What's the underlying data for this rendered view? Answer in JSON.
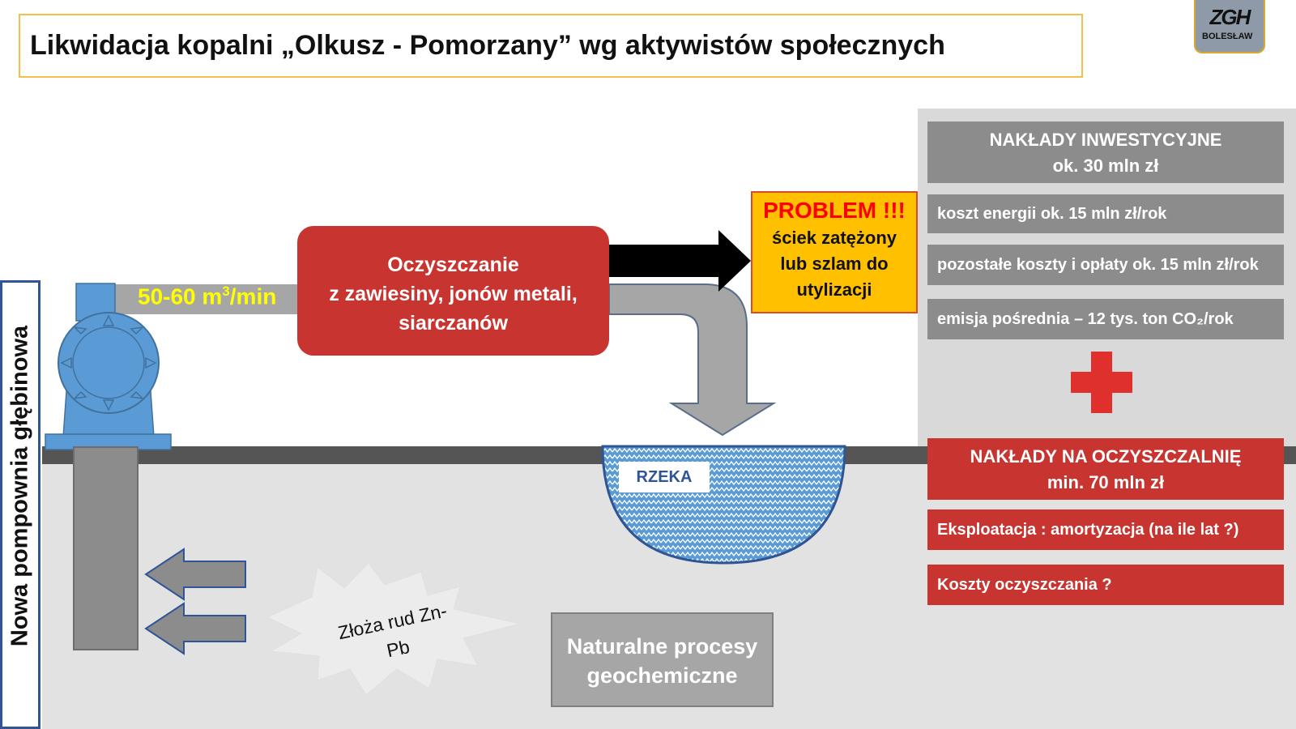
{
  "title": "Likwidacja kopalni „Olkusz - Pomorzany” wg aktywistów społecznych",
  "logo": {
    "main": "ZGH",
    "sub": "BOLESŁAW"
  },
  "side_label": "Nowa pompownia głębinowa",
  "flow_label": {
    "value": "50-60 m",
    "sup": "3",
    "unit": "/min"
  },
  "treatment": {
    "line1": "Oczyszczanie",
    "line2": "z zawiesiny, jonów metali,",
    "line3": "siarczanów"
  },
  "problem": {
    "heading": "PROBLEM !!!",
    "line1": "ściek zatężony",
    "line2": "lub szlam do",
    "line3": "utylizacji"
  },
  "river_label": "RZEKA",
  "deposit_label": {
    "line1": "Złoża rud Zn-",
    "line2": "Pb"
  },
  "natural_box": {
    "line1": "Naturalne procesy",
    "line2": "geochemiczne"
  },
  "panel": {
    "investment": {
      "line1": "NAKŁADY INWESTYCYJNE",
      "line2": "ok. 30 mln zł"
    },
    "energy": "koszt energii ok. 15 mln zł/rok",
    "other_costs": "pozostałe koszty i opłaty ok. 15 mln zł/rok",
    "emission": "emisja pośrednia – 12 tys. ton CO₂/rok",
    "plant": {
      "line1": "NAKŁADY NA OCZYSZCZALNIĘ",
      "line2": "min. 70 mln zł"
    },
    "operation": "Eksploatacja : amortyzacja (na ile lat ?)",
    "treatment_costs": "Koszty oczyszczania ?"
  },
  "colors": {
    "red": "#c8342f",
    "grey": "#8c8c8c",
    "yellow": "#ffc000",
    "blue": "#5b9bd5",
    "navy": "#2f5597",
    "flow_text": "#ffff00",
    "problem_text": "#ff0000"
  },
  "icons": {
    "plus": "plus-sign-icon",
    "pump": "pump-icon"
  }
}
